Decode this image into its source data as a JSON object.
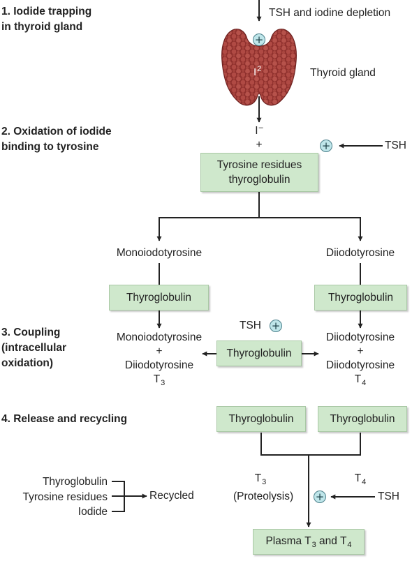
{
  "steps": {
    "s1": [
      "1. Iodide trapping",
      "in thyroid gland"
    ],
    "s2": [
      "2. Oxidation of iodide",
      "binding to tyrosine"
    ],
    "s3": [
      "3. Coupling",
      "(intracellular",
      "oxidation)"
    ],
    "s4": "4. Release and recycling"
  },
  "top": {
    "stimulus": "TSH and iodine depletion",
    "gland_label": "Thyroid gland",
    "gland_symbol": "I",
    "gland_symbol_sup": "2",
    "iodide": "I",
    "iodide_sup": "–",
    "plus": "+",
    "tsh_right": "TSH"
  },
  "boxes": {
    "tyrosine": [
      "Tyrosine residues",
      "thyroglobulin"
    ],
    "thyroglobulin": "Thyroglobulin",
    "plasma_prefix": "Plasma T",
    "plasma_mid": " and T",
    "sub3": "3",
    "sub4": "4"
  },
  "middle": {
    "mono": "Monoiodotyrosine",
    "di": "Diiodotyrosine",
    "tsh": "TSH",
    "left_result": {
      "line1": "Monoiodotyrosine",
      "plus": "+",
      "line2": "Diiodotyrosine",
      "t": "T",
      "sub": "3"
    },
    "right_result": {
      "line1": "Diiodotyrosine",
      "plus": "+",
      "line2": "Diiodotyrosine",
      "t": "T",
      "sub": "4"
    }
  },
  "bottom": {
    "t3": "T",
    "t3_sub": "3",
    "t4": "T",
    "t4_sub": "4",
    "proteolysis": "(Proteolysis)",
    "tsh": "TSH",
    "recycle_items": [
      "Thyroglobulin",
      "Tyrosine residues",
      "Iodide"
    ],
    "recycled": "Recycled"
  },
  "colors": {
    "box_fill": "#cfe8cc",
    "stimulator_fill": "#bfe6ea",
    "gland": "#a8403b"
  },
  "stimulator_symbol": "+",
  "icons": [
    "thyroid-gland-icon",
    "stimulation-plus-icon"
  ]
}
